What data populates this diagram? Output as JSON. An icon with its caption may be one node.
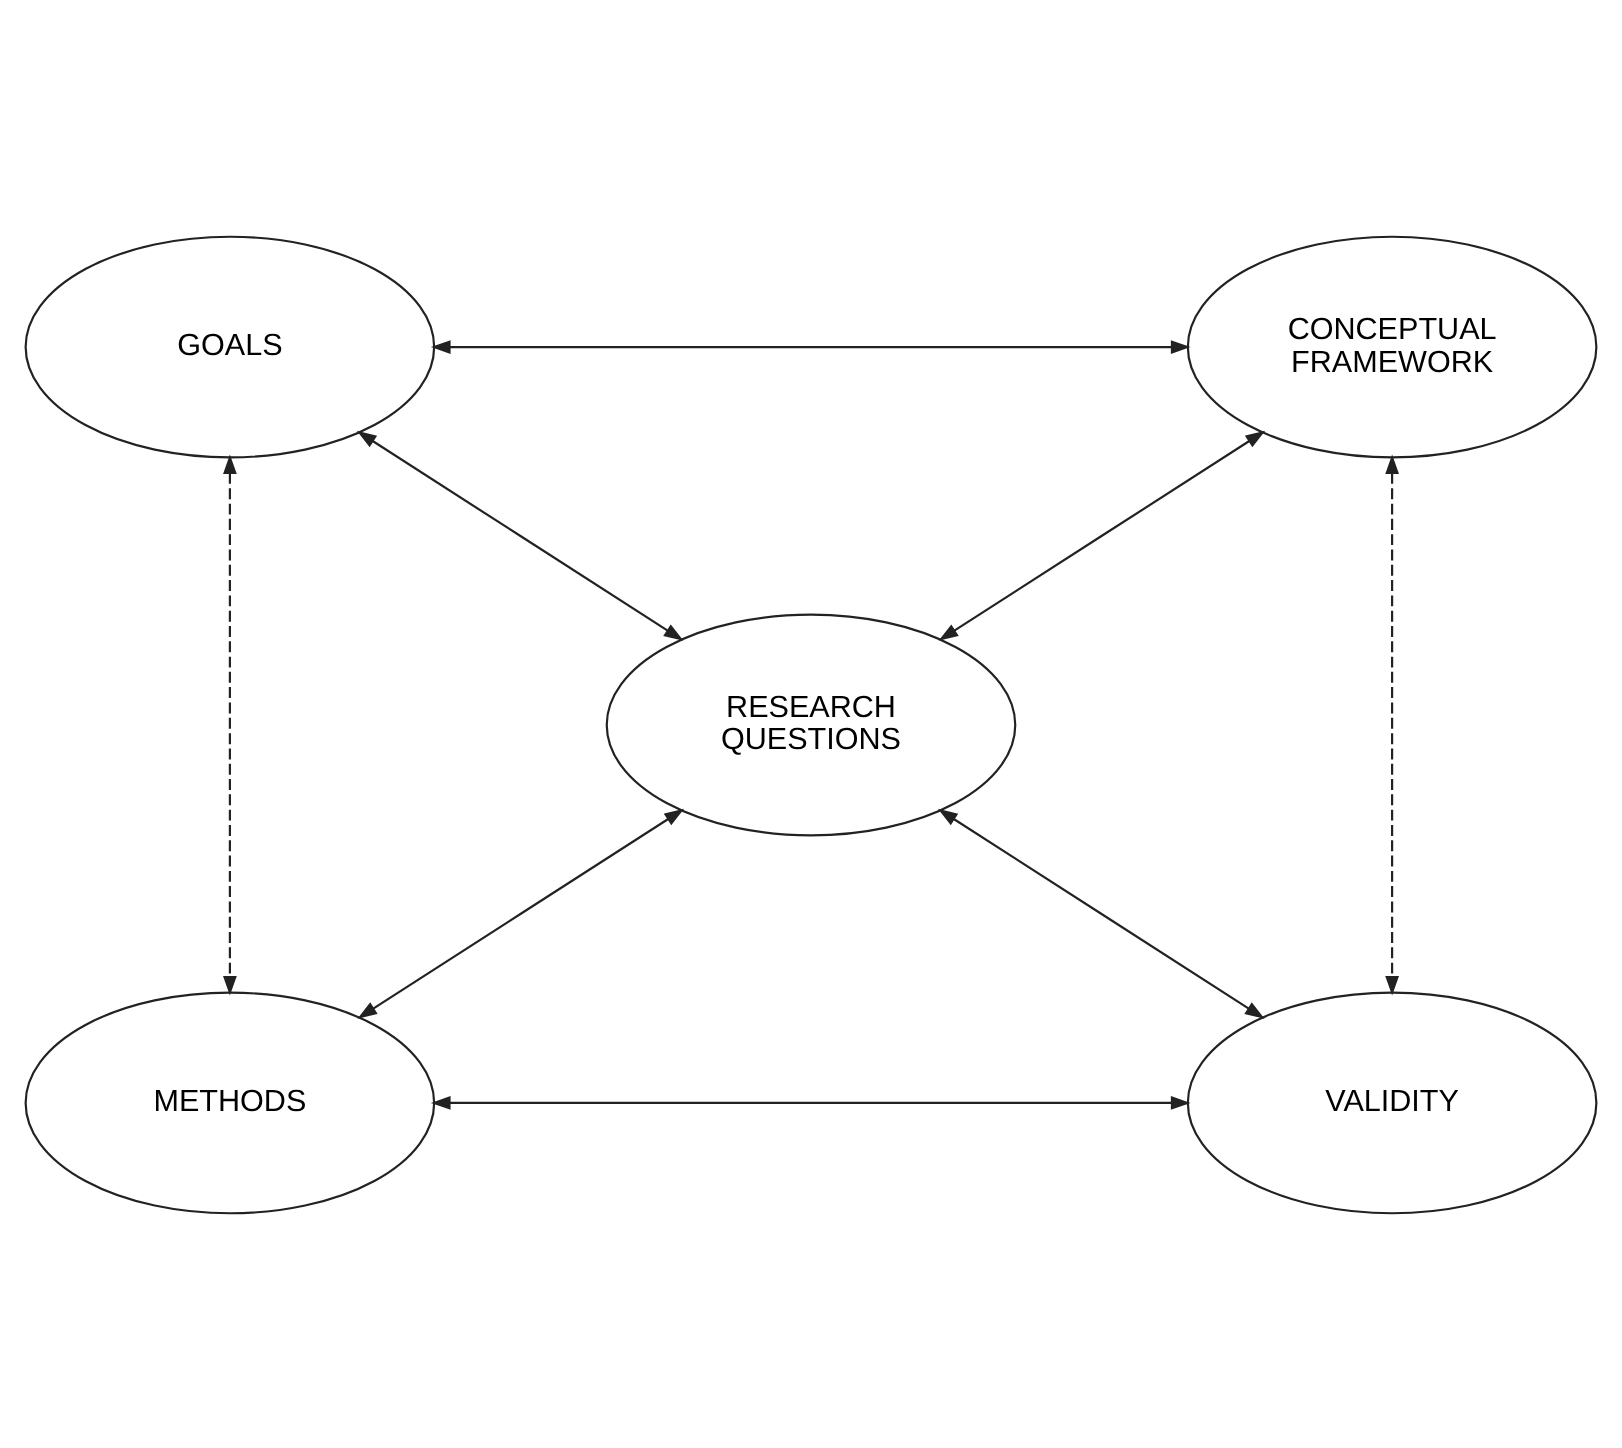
{
  "diagram": {
    "nodes": [
      {
        "text": [
          "GOALS"
        ]
      },
      {
        "text": [
          "CONCEPTUAL FRAMEWORK"
        ]
      },
      {
        "text": [
          "RESEARCH QUESTIONS"
        ]
      },
      {
        "text": [
          "METHODS"
        ]
      },
      {
        "text": [
          "VALIDITY"
        ]
      }
    ],
    "edges": [
      {
        "from": 0,
        "to": 1,
        "arrow": "both"
      },
      {
        "from": 0,
        "to": 2,
        "arrow": "both"
      },
      {
        "from": 1,
        "to": 2,
        "arrow": "both"
      },
      {
        "from": 0,
        "to": 3,
        "arrow": "both",
        "style": "dashed"
      },
      {
        "from": 1,
        "to": 4,
        "arrow": "both",
        "style": "dashed"
      },
      {
        "from": 2,
        "to": 3,
        "arrow": "both"
      },
      {
        "from": 2,
        "to": 4,
        "arrow": "both"
      },
      {
        "from": 3,
        "to": 4,
        "arrow": "both"
      }
    ]
  }
}
